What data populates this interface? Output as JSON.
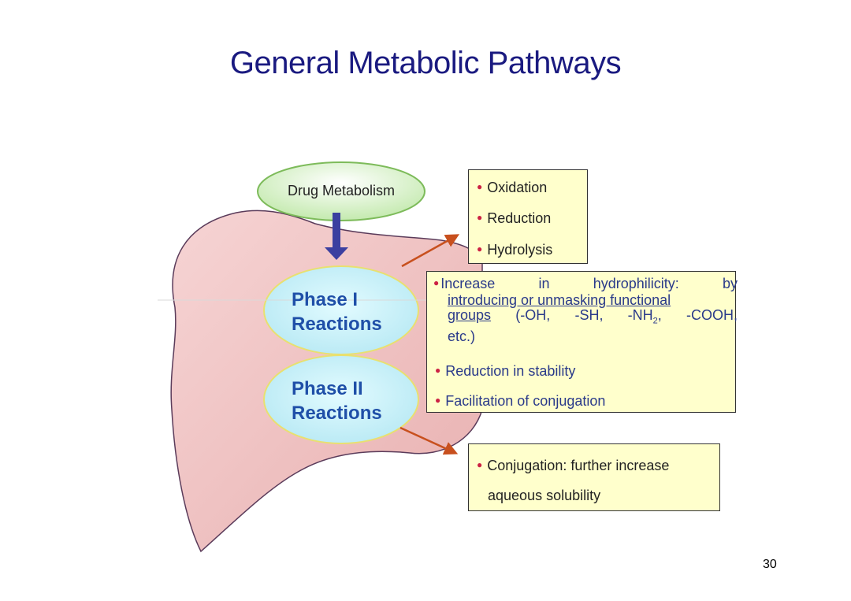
{
  "title": "General Metabolic Pathways",
  "drug_metabolism": "Drug Metabolism",
  "phase1": {
    "line1": "Phase I",
    "line2": "Reactions"
  },
  "phase2": {
    "line1": "Phase II",
    "line2": "Reactions"
  },
  "box1_items": [
    "Oxidation",
    "Reduction",
    "Hydrolysis"
  ],
  "box2": {
    "para_line1": [
      "Increase",
      "in",
      "hydrophilicity:",
      "by"
    ],
    "para_line2": "introducing or unmasking functional",
    "para_line3_u": "groups",
    "para_line3_a": "(-OH,",
    "para_line3_b": "-SH,",
    "para_line3_c": "-NH",
    "para_line3_sub": "2",
    "para_line3_d": ",",
    "para_line3_e": "-COOH,",
    "para_line4": "etc.)",
    "item2": "Reduction in stability",
    "item3": "Facilitation of conjugation"
  },
  "box3": {
    "line1": "Conjugation: further increase",
    "line2": "aqueous solubility"
  },
  "page_number": "30",
  "colors": {
    "title": "#1a1a80",
    "liver_fill": "#f1c4c4",
    "bubble_fill": "#c9f1f8",
    "bubble_stroke": "#e8e070",
    "arrow_down": "#3b3fa0",
    "arrow_red": "#c8501e",
    "box_fill": "#ffffcc"
  }
}
